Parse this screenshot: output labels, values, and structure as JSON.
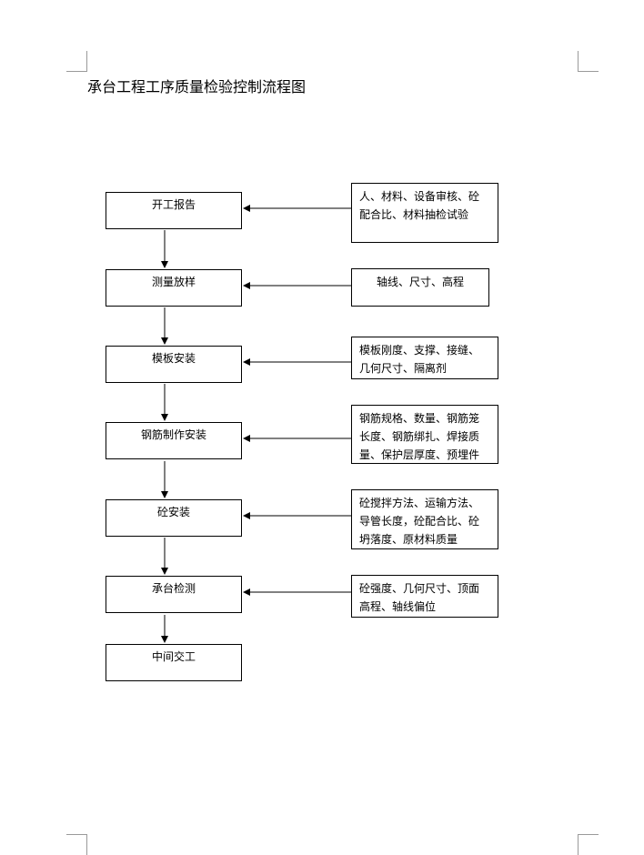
{
  "document": {
    "title": "承台工程工序质量检验控制流程图"
  },
  "flowchart": {
    "steps": [
      {
        "label": "开工报告"
      },
      {
        "label": "测量放样"
      },
      {
        "label": "模板安装"
      },
      {
        "label": "钢筋制作安装"
      },
      {
        "label": "砼安装"
      },
      {
        "label": "承台检测"
      },
      {
        "label": "中间交工"
      }
    ],
    "requirements": [
      {
        "lines": [
          "人、材料、设备审核、砼",
          "配合比、材料抽检试验"
        ]
      },
      {
        "lines": [
          "轴线、尺寸、高程"
        ]
      },
      {
        "lines": [
          "模板刚度、支撑、接缝、",
          "几何尺寸、隔离剂"
        ]
      },
      {
        "lines": [
          "钢筋规格、数量、钢筋笼",
          "长度、钢筋绑扎、焊接质",
          "量、保护层厚度、预埋件"
        ]
      },
      {
        "lines": [
          "砼搅拌方法、运输方法、",
          "导管长度，砼配合比、砼",
          "坍落度、原材料质量"
        ]
      },
      {
        "lines": [
          "砼强度、几何尺寸、顶面",
          "高程、轴线偏位"
        ]
      }
    ]
  }
}
